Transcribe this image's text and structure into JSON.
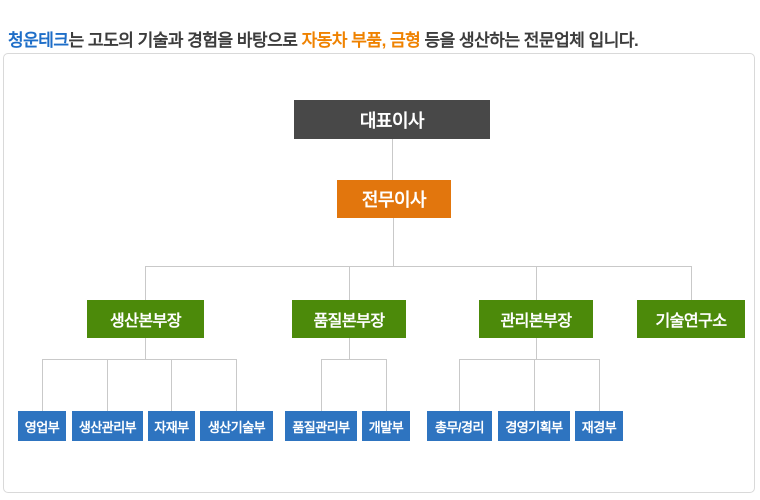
{
  "header": {
    "brand": "청운테크",
    "text_mid": "는 고도의 기술과 경험을 바탕으로 ",
    "highlight": "자동차 부품, 금형",
    "text_end": " 등을 생산하는 전문업체 입니다.",
    "brand_color": "#1e6ec8",
    "highlight_color": "#ef8200",
    "text_color": "#3c3c3c"
  },
  "org_chart": {
    "ceo": {
      "label": "대표이사",
      "color": "#484848"
    },
    "executive": {
      "label": "전무이사",
      "color": "#e2760d"
    },
    "division_color": "#4c8a0a",
    "department_color": "#2e74c0",
    "connector_color": "#c9c9c9",
    "divisions": [
      {
        "label": "생산본부장",
        "departments": [
          "영업부",
          "생산관리부",
          "자재부",
          "생산기술부"
        ]
      },
      {
        "label": "품질본부장",
        "departments": [
          "품질관리부",
          "개발부"
        ]
      },
      {
        "label": "관리본부장",
        "departments": [
          "총무/경리",
          "경영기획부",
          "재경부"
        ]
      },
      {
        "label": "기술연구소",
        "departments": []
      }
    ]
  }
}
